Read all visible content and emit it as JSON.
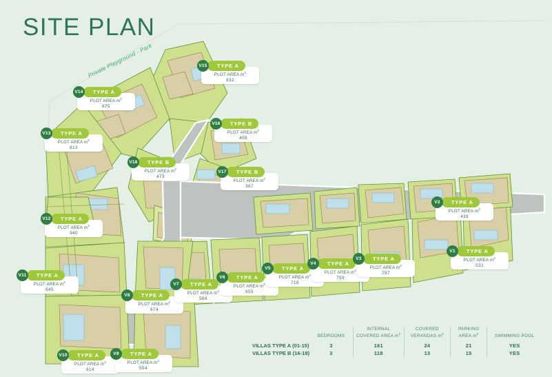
{
  "title": "SITE PLAN",
  "park_label": "Private Playground - Park",
  "colors": {
    "background": "#e4f0e6",
    "title": "#2e7558",
    "plot_fill": "#cfe08d",
    "plot_fill_alt": "#d9e8a2",
    "building_fill": "#d9cfa6",
    "pool_fill": "#bfe0ea",
    "road_fill": "#bfc3c0",
    "badge": "#2f7d44",
    "bar": "#9fc83c",
    "text_green": "#3d6b52"
  },
  "common": {
    "plot_area_label": "PLOT AREA m",
    "type_a": "TYPE A",
    "type_b": "TYPE B"
  },
  "plots": [
    {
      "id": "V1",
      "type": "TYPE A",
      "area": "532",
      "plot_area_label": "PLOT AREA m"
    },
    {
      "id": "V2",
      "type": "TYPE A",
      "area": "439",
      "plot_area_label": "PLOT AREA m"
    },
    {
      "id": "V3",
      "type": "TYPE A",
      "area": "797",
      "plot_area_label": "PLOT AREA m"
    },
    {
      "id": "V4",
      "type": "TYPE A",
      "area": "759",
      "plot_area_label": "PLOT AREA m"
    },
    {
      "id": "V5",
      "type": "TYPE A",
      "area": "716",
      "plot_area_label": "PLOT AREA m"
    },
    {
      "id": "V6",
      "type": "TYPE A",
      "area": "655",
      "plot_area_label": "PLOT AREA m"
    },
    {
      "id": "V7",
      "type": "TYPE A",
      "area": "568",
      "plot_area_label": "PLOT AREA m"
    },
    {
      "id": "V8",
      "type": "TYPE A",
      "area": "674",
      "plot_area_label": "PLOT AREA m"
    },
    {
      "id": "V9",
      "type": "TYPE A",
      "area": "554",
      "plot_area_label": "PLOT AREA m"
    },
    {
      "id": "V10",
      "type": "TYPE A",
      "area": "614",
      "plot_area_label": "PLOT AREA m"
    },
    {
      "id": "V11",
      "type": "TYPE A",
      "area": "645",
      "plot_area_label": "PLOT AREA m"
    },
    {
      "id": "V12",
      "type": "TYPE A",
      "area": "940",
      "plot_area_label": "PLOT AREA m"
    },
    {
      "id": "V13",
      "type": "TYPE A",
      "area": "813",
      "plot_area_label": "PLOT AREA m"
    },
    {
      "id": "V14",
      "type": "TYPE A",
      "area": "675",
      "plot_area_label": "PLOT AREA m"
    },
    {
      "id": "V15",
      "type": "TYPE A",
      "area": "832",
      "plot_area_label": "PLOT AREA m"
    },
    {
      "id": "V16",
      "type": "TYPE B",
      "area": "458",
      "plot_area_label": "PLOT AREA m"
    },
    {
      "id": "V17",
      "type": "TYPE B",
      "area": "387",
      "plot_area_label": "PLOT AREA m"
    },
    {
      "id": "V18",
      "type": "TYPE B",
      "area": "473",
      "plot_area_label": "PLOT AREA m"
    }
  ],
  "legend": {
    "headers": [
      "",
      "BEDROOMS",
      "INTERNAL COVERED AREA m",
      "COVERED VERANDAS m",
      "PARKING AREA m",
      "SWIMMING POOL"
    ],
    "headers_split": {
      "bedrooms": "BEDROOMS",
      "internal_l1": "INTERNAL",
      "internal_l2": "COVERED AREA m",
      "covered_l1": "COVERED",
      "covered_l2": "VERANDAS m",
      "parking_l1": "PARKING",
      "parking_l2": "AREA m",
      "pool": "SWIMMING POOL"
    },
    "rows": [
      {
        "name": "VILLAS TYPE A (01-15)",
        "bedrooms": "3",
        "internal": "161",
        "verandas": "24",
        "parking": "21",
        "pool": "YES"
      },
      {
        "name": "VILLAS TYPE B (16-18)",
        "bedrooms": "3",
        "internal": "118",
        "verandas": "13",
        "parking": "15",
        "pool": "YES"
      }
    ]
  }
}
